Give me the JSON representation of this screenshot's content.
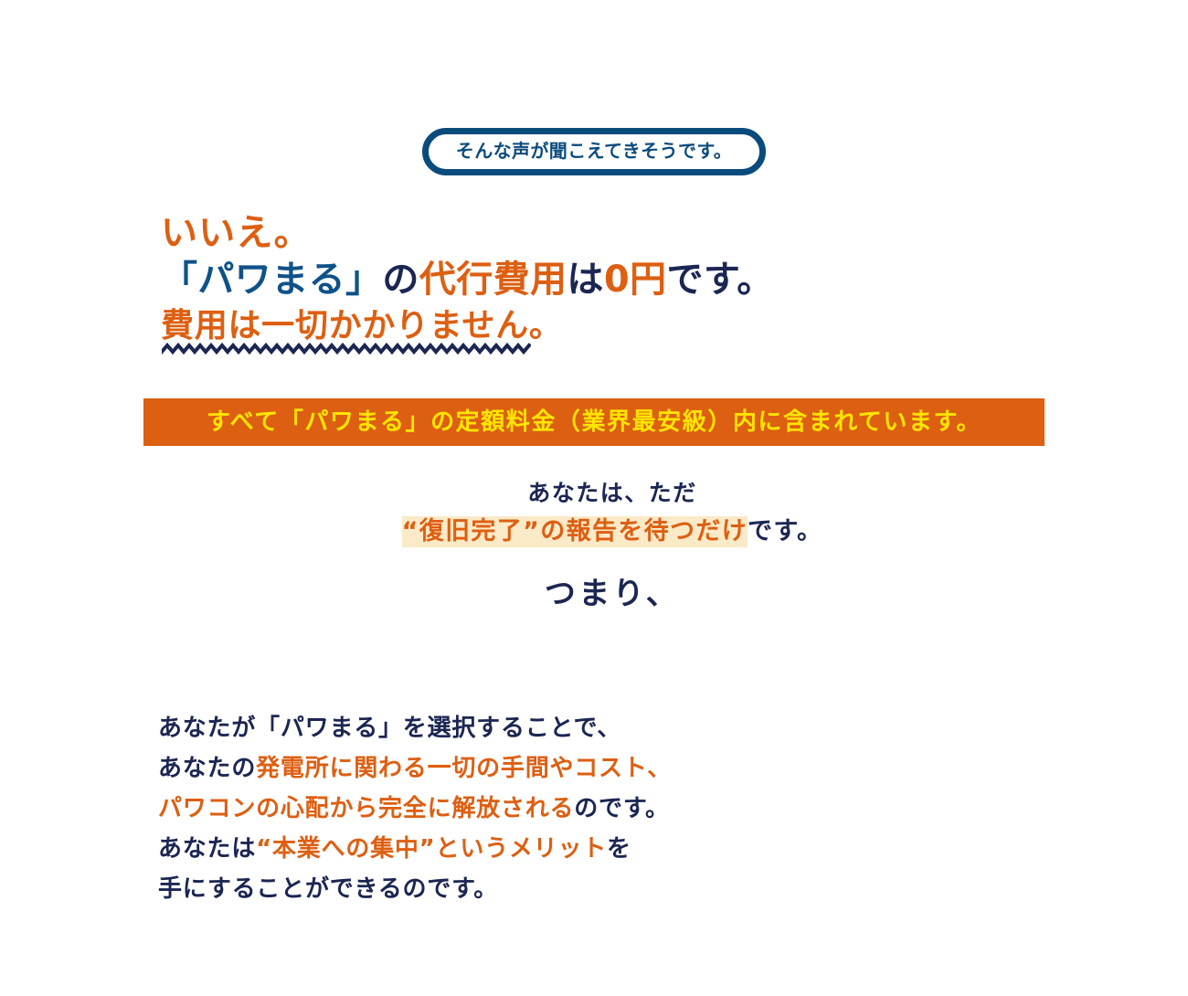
{
  "colors": {
    "navy": "#1b2652",
    "orange": "#dd5f12",
    "blue": "#0f5288",
    "pill_border": "#0b4b7c",
    "banner_bg": "#dd5f12",
    "banner_text": "#ffe500",
    "highlight_bg": "#fbeac8",
    "page_bg": "#ffffff"
  },
  "badge": {
    "label": "そんな声が聞こえてきそうです。"
  },
  "headline": {
    "line1": "いいえ。",
    "line2": {
      "brand": "「パワまる」",
      "seg_no": "の",
      "seg_fee": "代行費用",
      "seg_wa": "は",
      "seg_zero": "0円",
      "seg_desu": "です。"
    },
    "line3": "費用は一切かかりません。"
  },
  "banner": {
    "text": "すべて「パワまる」の定額料金（業界最安級）内に含まれています。"
  },
  "center_block": {
    "line1": "あなたは、ただ",
    "line2_highlight": "“復旧完了”の報告を待つだけ",
    "line2_tail": "です。"
  },
  "tsumari": {
    "text": "つまり、"
  },
  "paragraph": {
    "line1": "あなたが「パワまる」を選択することで、",
    "line2_head": "あなたの",
    "line2_accent": "発電所に関わる一切の手間やコスト、",
    "line3_accent": "パワコンの心配から完全に解放される",
    "line3_tail": "のです。",
    "line4_head": "あなたは",
    "line4_accent": "“本業への集中”というメリット",
    "line4_tail": "を",
    "line5": "手にすることができるのです。"
  }
}
